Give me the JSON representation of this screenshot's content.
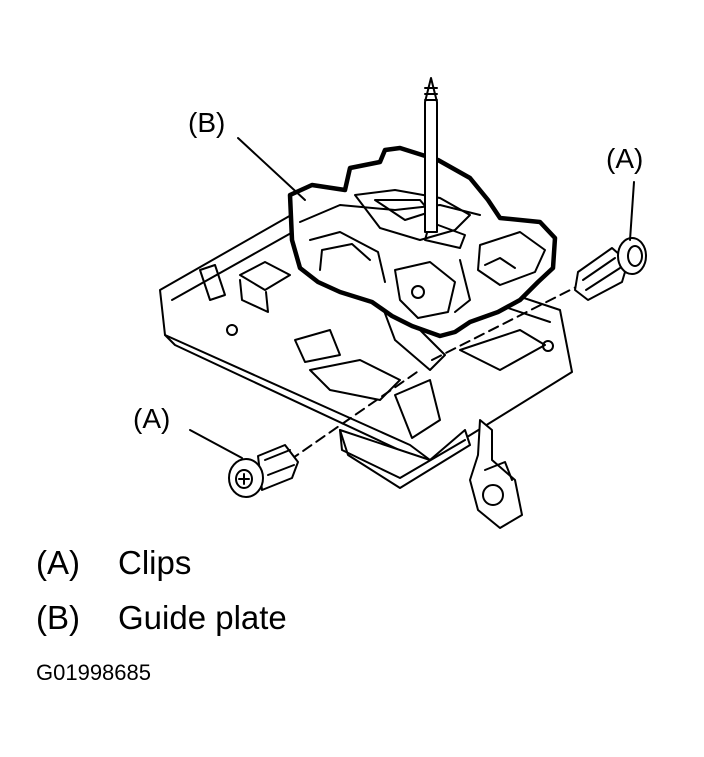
{
  "diagram": {
    "callouts": {
      "guide_plate": "(B)",
      "clip_right": "(A)",
      "clip_left": "(A)"
    }
  },
  "legend": [
    {
      "key": "(A)",
      "label": "Clips"
    },
    {
      "key": "(B)",
      "label": "Guide plate"
    }
  ],
  "figure_id": "G01998685"
}
